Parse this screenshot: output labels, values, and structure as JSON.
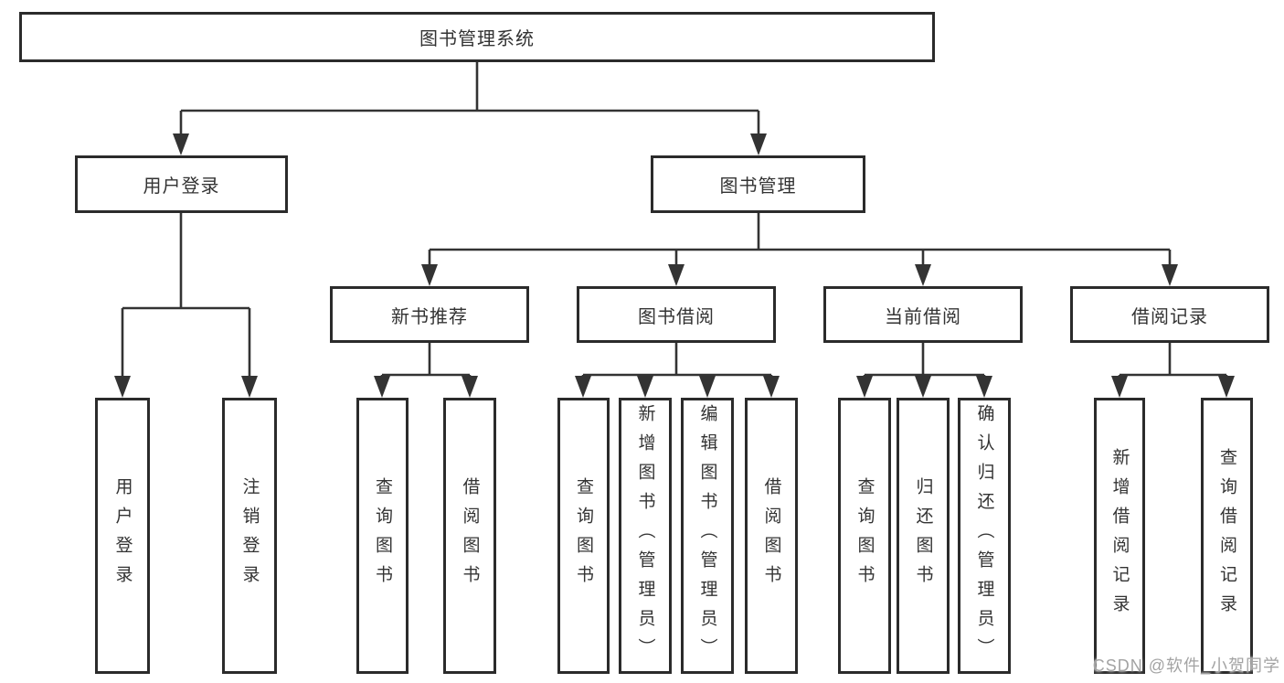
{
  "colors": {
    "line": "#333333",
    "box_border": "#2b2b2b",
    "box_text": "#333333",
    "watermark": "#a3a3a3",
    "background": "#ffffff"
  },
  "watermark": "CSDN @软件_小贺同学",
  "nodes": {
    "root": "图书管理系统",
    "user_login": "用户登录",
    "book_mgmt": "图书管理",
    "new_book_rec": "新书推荐",
    "book_borrow": "图书借阅",
    "current_borrow": "当前借阅",
    "borrow_records": "借阅记录",
    "leaf_user_login": "用户登录",
    "leaf_logout": "注销登录",
    "leaf_query_book_1": "查询图书",
    "leaf_borrow_book_1": "借阅图书",
    "leaf_query_book_2": "查询图书",
    "leaf_add_book_admin": "新增图书（管理员）",
    "leaf_edit_book_admin": "编辑图书（管理员）",
    "leaf_borrow_book_2": "借阅图书",
    "leaf_query_book_3": "查询图书",
    "leaf_return_book": "归还图书",
    "leaf_confirm_return_admin": "确认归还（管理员）",
    "leaf_add_borrow_record": "新增借阅记录",
    "leaf_query_borrow_record": "查询借阅记录"
  }
}
